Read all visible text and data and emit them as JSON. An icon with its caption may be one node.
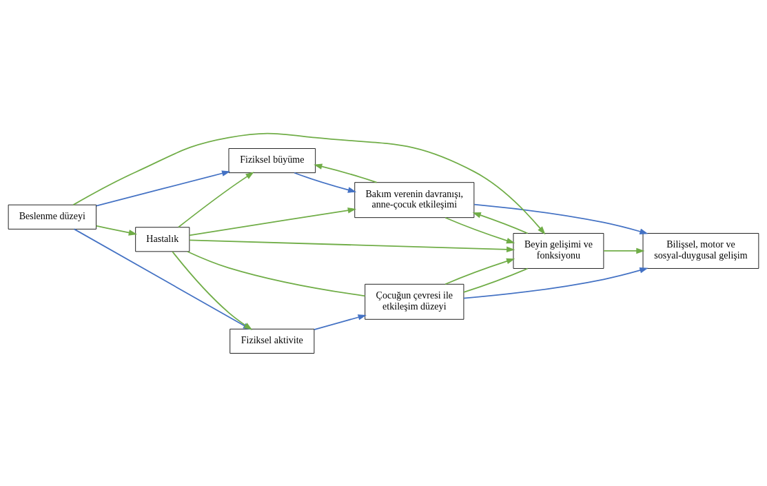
{
  "diagram": {
    "nodes": [
      {
        "text": [
          "Fiziksel büyüme"
        ]
      },
      {
        "text": [
          "Bakım verenin davranışı, anne-çocuk etkileşimi"
        ]
      },
      {
        "text": [
          "Beyin gelişimi ve fonksiyonu"
        ]
      },
      {
        "text": [
          "Bilişsel, motor ve sosyal-duygusal gelişim"
        ]
      },
      {
        "text": [
          "Beslenme düzeyi"
        ]
      },
      {
        "text": [
          "Hastalık"
        ]
      },
      {
        "text": [
          "Fiziksel aktivite"
        ]
      },
      {
        "text": [
          "Çocuğun çevresi ile etkileşim düzeyi"
        ]
      }
    ],
    "edges": [
      {
        "from": 0,
        "to": 1,
        "arrow": "to",
        "color": "#4472c4"
      },
      {
        "from": 1,
        "to": 0,
        "arrow": "to"
      },
      {
        "from": 1,
        "to": 3,
        "arrow": "to",
        "color": "#4472c4"
      },
      {
        "from": 4,
        "to": 0,
        "arrow": "to",
        "color": "#4472c4"
      },
      {
        "from": 5,
        "to": 0,
        "arrow": "to"
      },
      {
        "from": 5,
        "to": 1,
        "arrow": "to"
      },
      {
        "from": 2,
        "to": 1,
        "arrow": "to"
      },
      {
        "from": 1,
        "to": 2,
        "arrow": "to"
      },
      {
        "from": 4,
        "to": 2,
        "arrow": "to"
      },
      {
        "from": 4,
        "to": 5,
        "arrow": "to"
      },
      {
        "from": 4,
        "to": 6,
        "arrow": "to",
        "color": "#4472c4"
      },
      {
        "from": 5,
        "to": 2,
        "arrow": "to"
      },
      {
        "from": 5,
        "to": 6,
        "arrow": "to"
      },
      {
        "from": 2,
        "to": 3,
        "arrow": "to"
      },
      {
        "from": 6,
        "to": 7,
        "arrow": "to",
        "color": "#4472c4"
      },
      {
        "from": 5,
        "to": 7,
        "arrow": "none"
      },
      {
        "from": 7,
        "to": 2,
        "arrow": "none"
      },
      {
        "from": 7,
        "to": 2,
        "arrow": "to"
      },
      {
        "from": 7,
        "to": 3,
        "arrow": "to",
        "color": "#4472c4"
      }
    ]
  }
}
